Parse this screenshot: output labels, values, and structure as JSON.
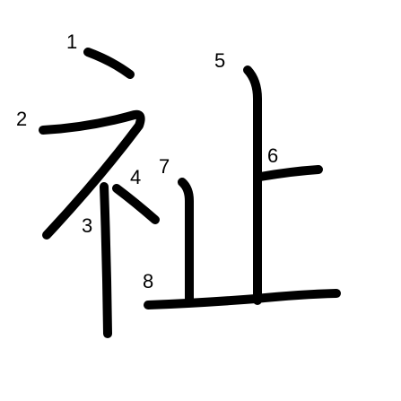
{
  "colors": {
    "stroke": "#000000",
    "background": "#ffffff",
    "label": "#000000"
  },
  "strokes": [
    {
      "label": "1"
    },
    {
      "label": "2"
    },
    {
      "label": "3"
    },
    {
      "label": "4"
    },
    {
      "label": "5"
    },
    {
      "label": "6"
    },
    {
      "label": "7"
    },
    {
      "label": "8"
    }
  ]
}
